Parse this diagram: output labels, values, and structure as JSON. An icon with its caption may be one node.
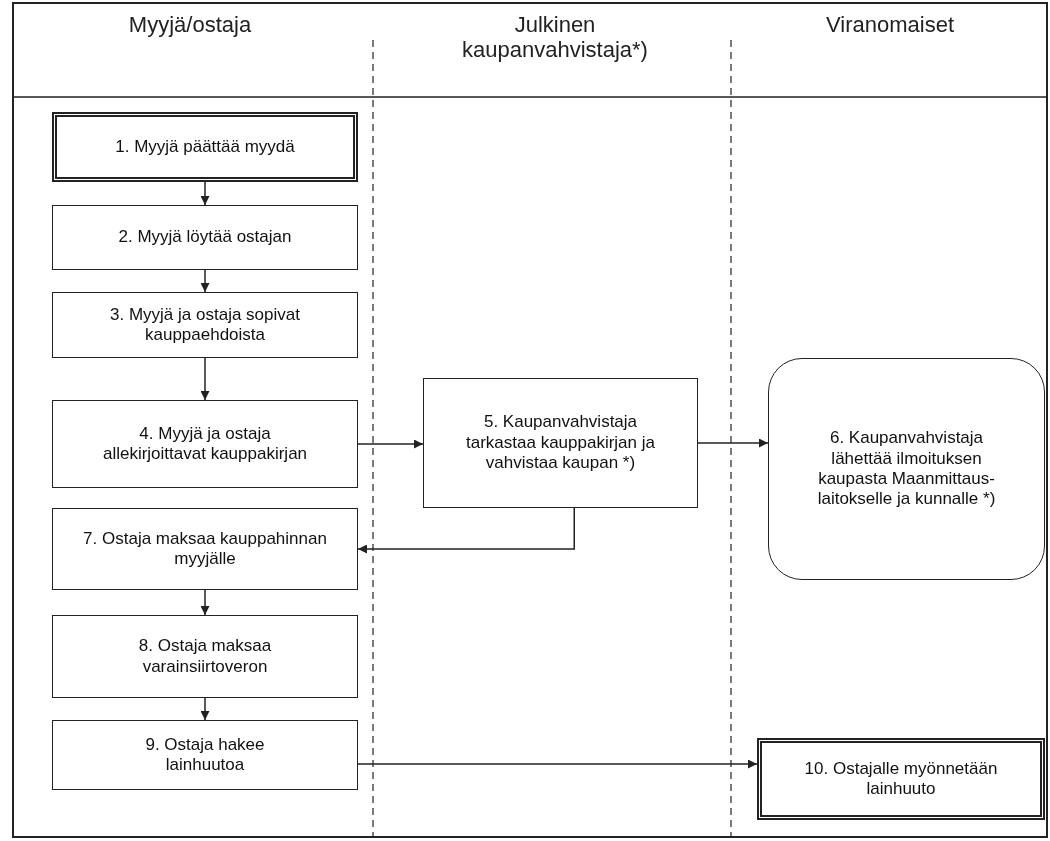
{
  "diagram": {
    "nodes": [
      {
        "text": [
          "1. Myyjä päättää myydä"
        ]
      },
      {
        "text": [
          "2. Myyjä löytää ostajan"
        ]
      },
      {
        "text": [
          "3. Myyjä ja ostaja sopivat kauppaehdoista"
        ]
      },
      {
        "text": [
          "4. Myyjä ja ostaja allekirjoittavat kauppakirjan"
        ]
      },
      {
        "text": [
          "5. Kaupanvahvistaja tarkastaa kauppakirjan ja vahvistaa kaupan *)"
        ]
      },
      {
        "text": [
          "6. Kaupanvahvistaja lähettää ilmoituksen kaupasta Maanmittaus- laitokselle ja kunnalle *)"
        ]
      },
      {
        "text": [
          "7. Ostaja maksaa kauppahinnan myyjälle"
        ]
      },
      {
        "text": [
          "8. Ostaja maksaa varainsiirtoveron"
        ]
      },
      {
        "text": [
          "9. Ostaja hakee lainhuutoa"
        ]
      },
      {
        "text": [
          "10. Ostajalle myönnetään lainhuuto"
        ]
      }
    ],
    "edges": [
      {
        "from": 0,
        "to": 1,
        "arrow": "to"
      },
      {
        "from": 1,
        "to": 2,
        "arrow": "to"
      },
      {
        "from": 2,
        "to": 3,
        "arrow": "to"
      },
      {
        "from": 3,
        "to": 4,
        "arrow": "to"
      },
      {
        "from": 4,
        "to": 5,
        "arrow": "to"
      },
      {
        "from": 4,
        "to": 6,
        "arrow": "to"
      },
      {
        "from": 6,
        "to": 7,
        "arrow": "to"
      },
      {
        "from": 7,
        "to": 8,
        "arrow": "to"
      },
      {
        "from": 8,
        "to": 9,
        "arrow": "to"
      }
    ],
    "labels": [
      "Myyjä/ostaja",
      "Julkinen kaupanvahvistaja*)",
      "Viranomaiset"
    ]
  }
}
